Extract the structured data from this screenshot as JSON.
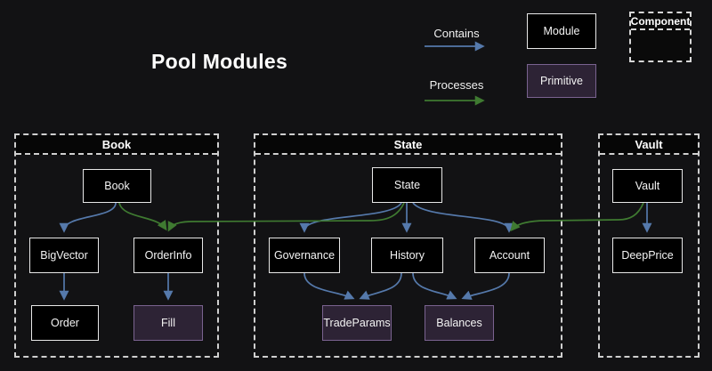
{
  "title": "Pool Modules",
  "legend": {
    "contains_label": "Contains",
    "processes_label": "Processes",
    "module_label": "Module",
    "primitive_label": "Primitive",
    "component_label": "Component",
    "contains_color": "#5579ab",
    "processes_color": "#3f7a31"
  },
  "colors": {
    "background": "#121214",
    "module_fill": "#000000",
    "module_border": "#e8e8e8",
    "primitive_fill": "#2d2335",
    "primitive_border": "#7a6390",
    "container_border": "#cfcfcf"
  },
  "containers": {
    "book": "Book",
    "state": "State",
    "vault": "Vault"
  },
  "nodes": {
    "book": "Book",
    "bigvector": "BigVector",
    "orderinfo": "OrderInfo",
    "order": "Order",
    "fill": "Fill",
    "state": "State",
    "governance": "Governance",
    "history": "History",
    "account": "Account",
    "tradeparams": "TradeParams",
    "balances": "Balances",
    "vault": "Vault",
    "deepprice": "DeepPrice"
  },
  "edges": [
    {
      "from": "Book",
      "to": "BigVector",
      "type": "contains"
    },
    {
      "from": "BigVector",
      "to": "Order",
      "type": "contains"
    },
    {
      "from": "OrderInfo",
      "to": "Fill",
      "type": "contains"
    },
    {
      "from": "State",
      "to": "Governance",
      "type": "contains"
    },
    {
      "from": "State",
      "to": "History",
      "type": "contains"
    },
    {
      "from": "State",
      "to": "Account",
      "type": "contains"
    },
    {
      "from": "Governance",
      "to": "TradeParams",
      "type": "contains"
    },
    {
      "from": "History",
      "to": "TradeParams",
      "type": "contains"
    },
    {
      "from": "History",
      "to": "Balances",
      "type": "contains"
    },
    {
      "from": "Account",
      "to": "Balances",
      "type": "contains"
    },
    {
      "from": "Vault",
      "to": "DeepPrice",
      "type": "contains"
    },
    {
      "from": "Book",
      "to": "OrderInfo",
      "type": "processes"
    },
    {
      "from": "State",
      "to": "OrderInfo",
      "type": "processes"
    },
    {
      "from": "Vault",
      "to": "Account",
      "type": "processes"
    }
  ]
}
